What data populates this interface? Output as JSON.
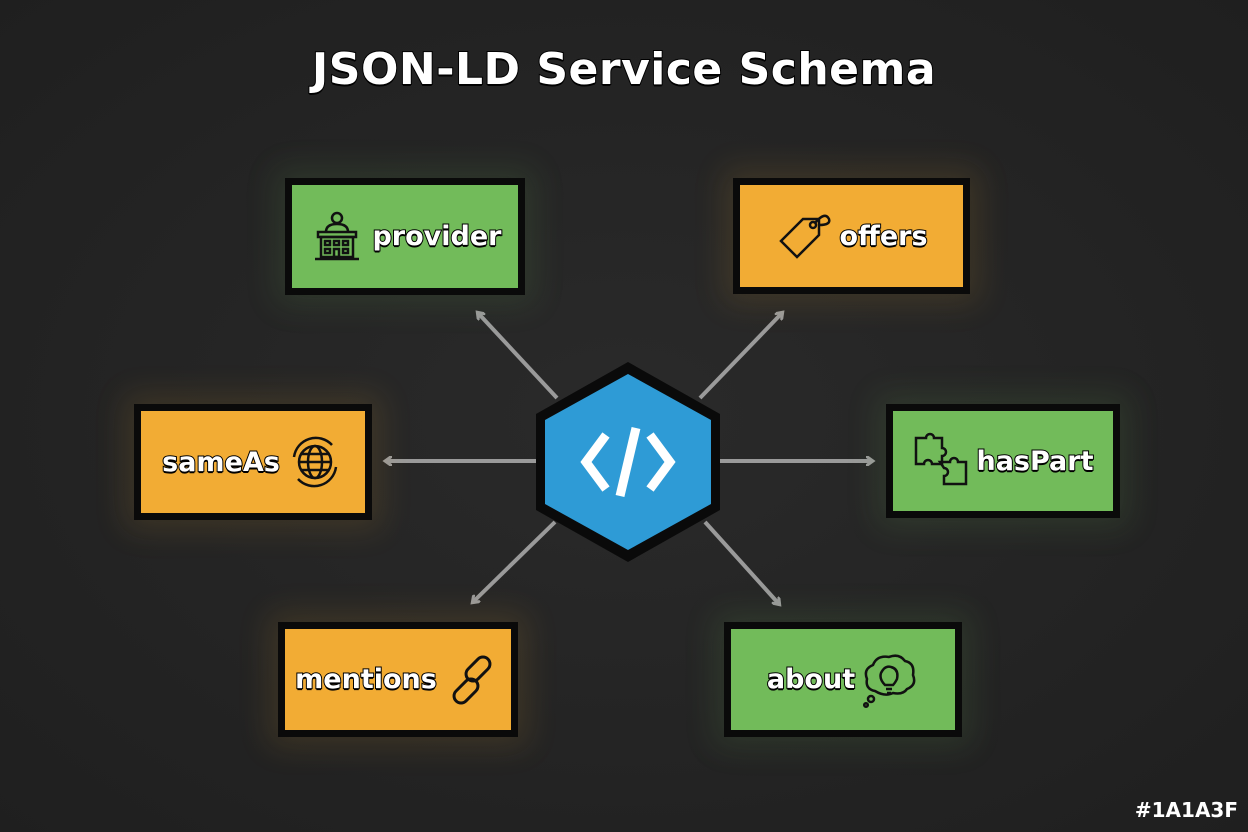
{
  "title": "JSON-LD Service Schema",
  "center": {
    "icon": "code-icon",
    "color": "#2e9bd6"
  },
  "nodes": [
    {
      "label": "provider",
      "icon": "provider-building-icon",
      "color": "#72bb5a"
    },
    {
      "label": "offers",
      "icon": "price-tag-icon",
      "color": "#f2ac34"
    },
    {
      "label": "sameAs",
      "icon": "globe-sync-icon",
      "color": "#f2ac34"
    },
    {
      "label": "hasPart",
      "icon": "puzzle-icon",
      "color": "#72bb5a"
    },
    {
      "label": "mentions",
      "icon": "chain-link-icon",
      "color": "#f2ac34"
    },
    {
      "label": "about",
      "icon": "lightbulb-thought-icon",
      "color": "#72bb5a"
    }
  ],
  "watermark": "#1A1A3F"
}
